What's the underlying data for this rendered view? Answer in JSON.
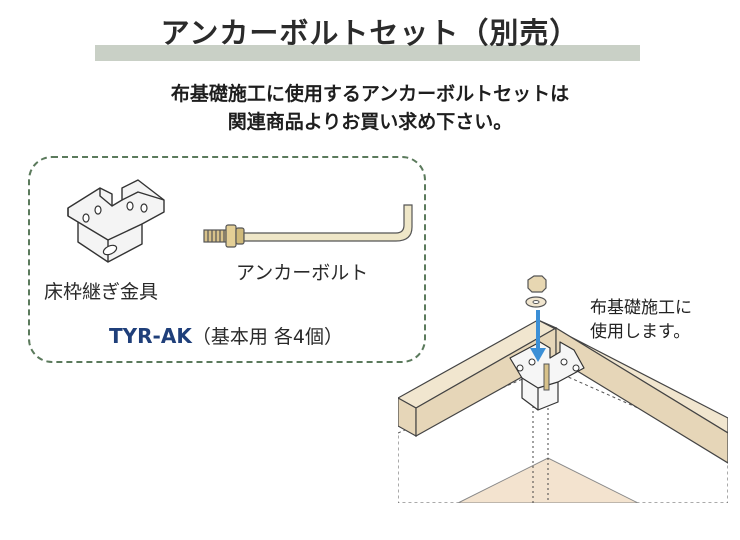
{
  "header": {
    "title": "アンカーボルトセット（別売）"
  },
  "intro": {
    "line1": "布基礎施工に使用するアンカーボルトセットは",
    "line2": "関連商品よりお買い求め下さい。"
  },
  "kit": {
    "bracket_label": "床枠継ぎ金具",
    "bolt_label": "アンカーボルト",
    "model": "TYR-AK",
    "model_note": "（基本用 各4個）"
  },
  "scene": {
    "note_line1": "布基礎施工に",
    "note_line2": "使用します。"
  },
  "colors": {
    "title_bar": "#c9d0c6",
    "frame_border": "#5b7a5c",
    "model_text": "#1f3f7a",
    "timber": "#e6d6b8",
    "arrow": "#3b8fd6"
  }
}
